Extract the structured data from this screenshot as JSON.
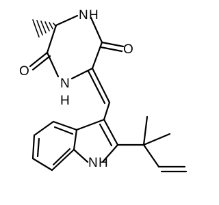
{
  "molecule": {
    "atoms": {
      "n_amide_top": "N",
      "h_amide_top": "H",
      "o_carbonyl_right": "O",
      "o_carbonyl_left": "O",
      "n_amide_left": "N",
      "h_amide_left": "H",
      "n_indole": "N",
      "h_indole": "H"
    },
    "colors": {
      "bond": "#000000",
      "label": "#000000"
    }
  }
}
